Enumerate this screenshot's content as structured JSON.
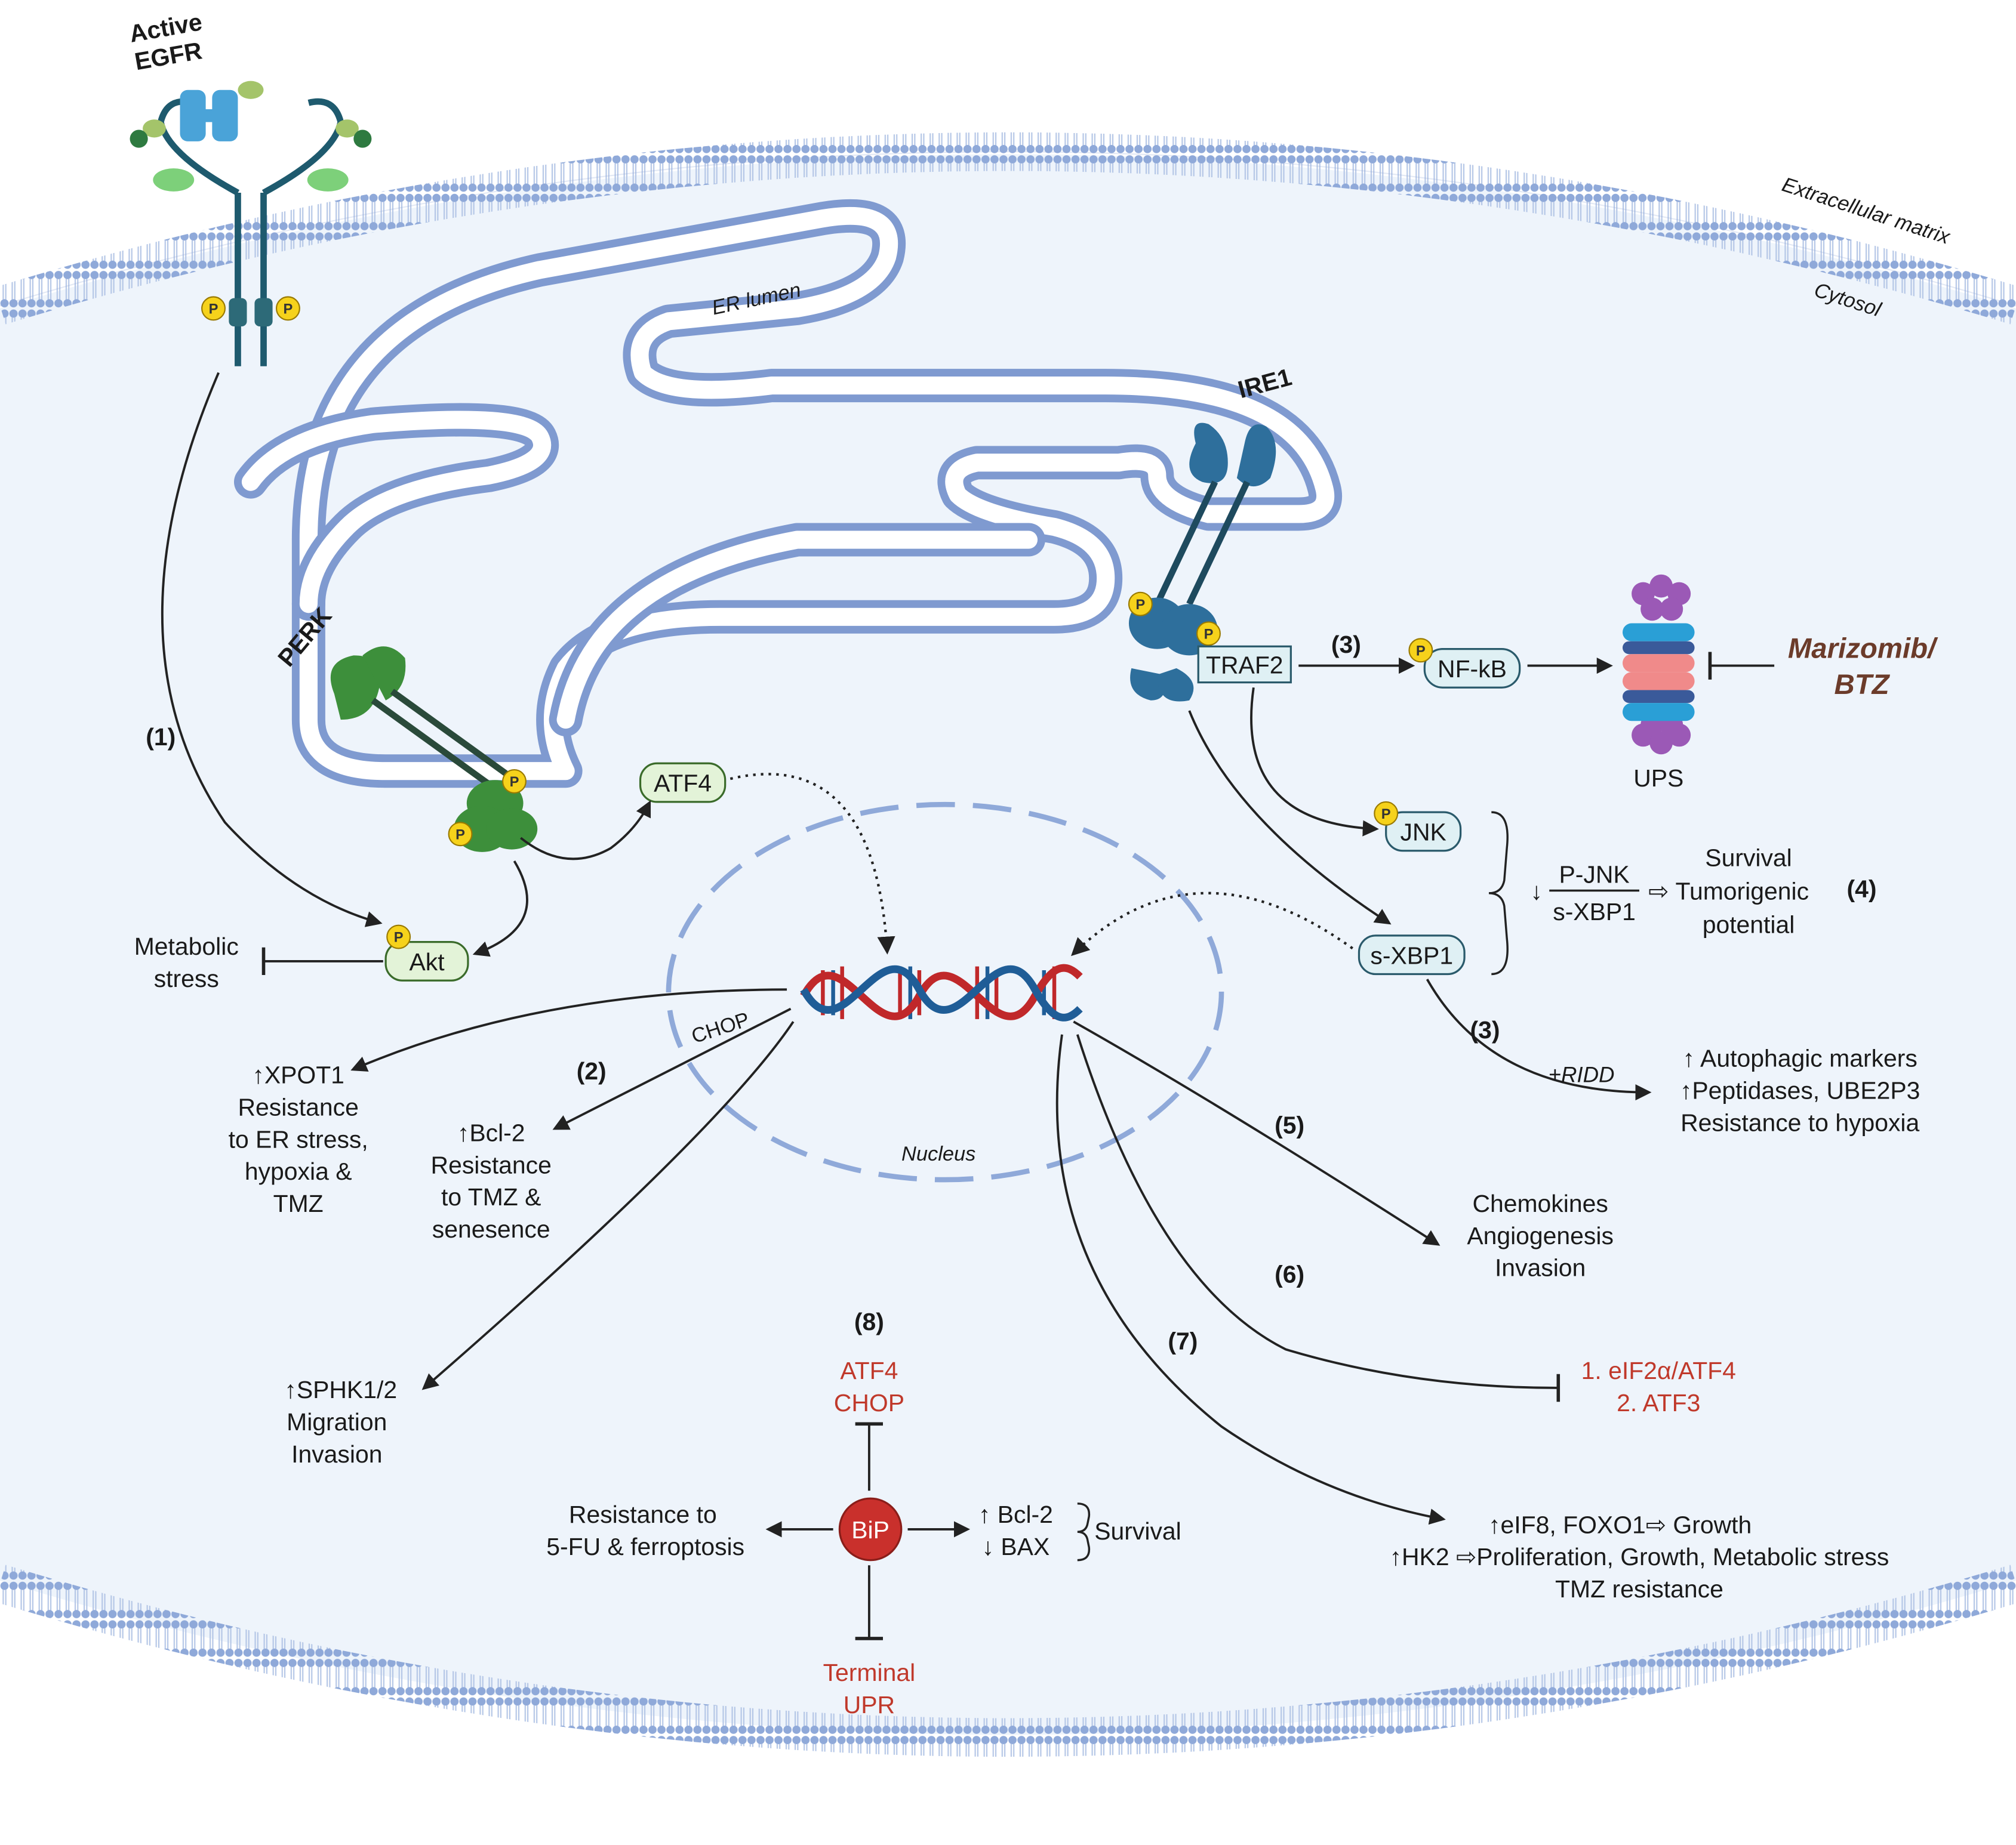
{
  "labels": {
    "active_egfr_1": "Active",
    "active_egfr_2": "EGFR",
    "extracellular": "Extracellular matrix",
    "cytosol": "Cytosol",
    "er_lumen": "ER lumen",
    "ire1": "IRE1",
    "perk": "PERK",
    "traf2": "TRAF2",
    "nfkb": "NF-kB",
    "ups": "UPS",
    "marizomib_1": "Marizomib/",
    "marizomib_2": "BTZ",
    "atf4_box": "ATF4",
    "jnk": "JNK",
    "sxbp1": "s-XBP1",
    "akt": "Akt",
    "metabolic_1": "Metabolic",
    "metabolic_2": "stress",
    "chop": "CHOP",
    "nucleus": "Nucleus",
    "p": "P",
    "bip": "BiP"
  },
  "steps": {
    "s1": "(1)",
    "s2": "(2)",
    "s3a": "(3)",
    "s3b": "(3)",
    "s4": "(4)",
    "s5": "(5)",
    "s6": "(6)",
    "s7": "(7)",
    "s8": "(8)"
  },
  "ratio": {
    "arrow": "↓",
    "num": "P-JNK",
    "den": "s-XBP1",
    "implies": "⇨",
    "out1": "Survival",
    "out2": "Tumorigenic",
    "out3": "potential"
  },
  "ridd": {
    "label": "+RIDD",
    "l1": "↑ Autophagic markers",
    "l2": "↑Peptidases, UBE2P3",
    "l3": "Resistance to hypoxia"
  },
  "xpot1": {
    "l1": "↑XPOT1",
    "l2": "Resistance",
    "l3": "to ER stress,",
    "l4": "hypoxia &",
    "l5": "TMZ"
  },
  "bcl2": {
    "l1": "↑Bcl-2",
    "l2": "Resistance",
    "l3": "to TMZ &",
    "l4": "senesence"
  },
  "sphk": {
    "l1": "↑SPHK1/2",
    "l2": "Migration",
    "l3": "Invasion"
  },
  "chemokines": {
    "l1": "Chemokines",
    "l2": "Angiogenesis",
    "l3": "Invasion"
  },
  "eif2": {
    "l1": "1. eIF2α/ATF4",
    "l2": "2. ATF3"
  },
  "eif8": {
    "l1": "↑eIF8, FOXO1⇨ Growth",
    "l2": "↑HK2 ⇨Proliferation, Growth, Metabolic stress",
    "l3": "TMZ resistance"
  },
  "bip_block": {
    "atf4": "ATF4",
    "chop": "CHOP",
    "res1": "Resistance to",
    "res2": "5-FU & ferroptosis",
    "bcl2": "↑ Bcl-2",
    "bax": "↓ BAX",
    "survival": "Survival",
    "terminal1": "Terminal",
    "terminal2": "UPR"
  },
  "colors": {
    "membrane": "#8fa9d9",
    "cell": "#eef4fb",
    "er": "#7f9ad0",
    "perk": "#3d8f3b",
    "ire1": "#2e6f9c",
    "dna_red": "#c0282a",
    "dna_blue": "#1f5d97",
    "inhibited": "#c0392b",
    "bip": "#c9302c"
  }
}
